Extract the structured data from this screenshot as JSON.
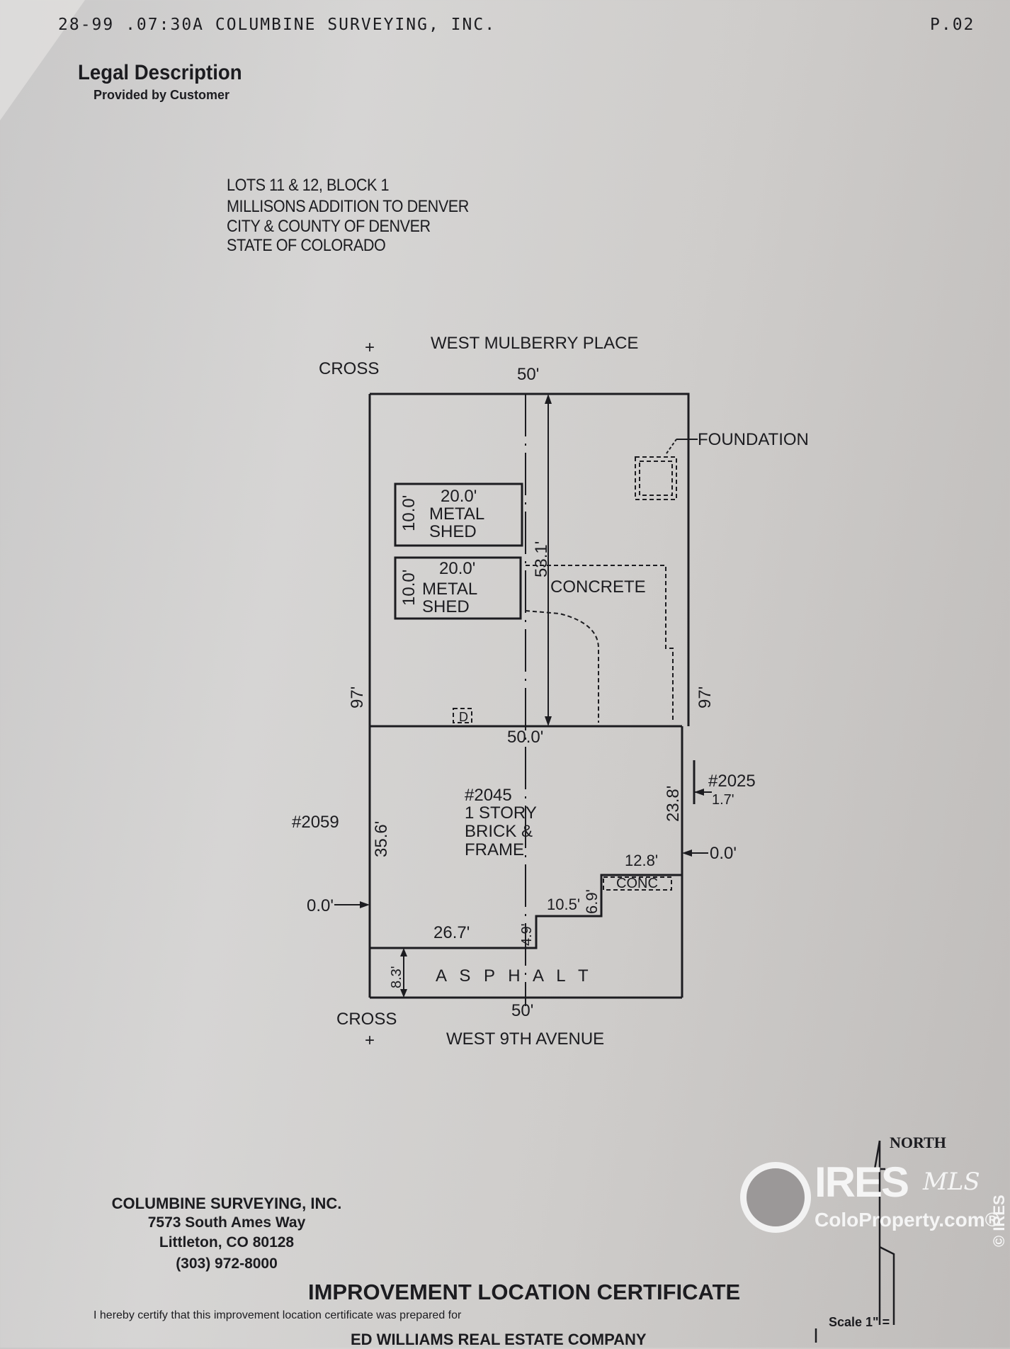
{
  "header": {
    "fax_line": "28-99 .07:30A COLUMBINE SURVEYING, INC.",
    "page": "P.02"
  },
  "legal": {
    "title": "Legal Description",
    "subtitle": "Provided by Customer",
    "lines": [
      "LOTS 11 & 12, BLOCK 1",
      "MILLISONS ADDITION TO DENVER",
      "CITY & COUNTY OF DENVER",
      "STATE OF COLORADO"
    ]
  },
  "plat": {
    "north_street": "WEST MULBERRY PLACE",
    "south_street": "WEST 9TH AVENUE",
    "cross_top": "CROSS",
    "cross_bottom": "CROSS",
    "plus": "+",
    "top_width": "50'",
    "bottom_width": "50'",
    "left_depth": "97'",
    "right_depth": "97'",
    "center_dim": "53.1'",
    "mid_width": "50.0'",
    "foundation": "FOUNDATION",
    "concrete": "CONCRETE",
    "d_mark": "D",
    "sheds": [
      {
        "width": "20.0'",
        "depth": "10.0'",
        "line1": "METAL",
        "line2": "SHED"
      },
      {
        "width": "20.0'",
        "depth": "10.0'",
        "line1": "METAL",
        "line2": "SHED"
      }
    ],
    "house": {
      "number": "#2045",
      "line1": "1 STORY",
      "line2": "BRICK &",
      "line3": "FRAME"
    },
    "neighbor_west": "#2059",
    "neighbor_east": "#2025",
    "dims": {
      "left_side": "35.6'",
      "right_side": "23.8'",
      "left_offset": "0.0'",
      "right_offset": "0.0'",
      "east_offset": "1.7'",
      "step_top": "12.8'",
      "step_mid": "10.5'",
      "step_rise": "6.9'",
      "step_low": "4.9'",
      "front": "26.7'",
      "asphalt_depth": "8.3'"
    },
    "conc": "CONC",
    "asphalt": "A S P H A L T"
  },
  "footer": {
    "firm": "COLUMBINE SURVEYING, INC.",
    "address": "7573 South Ames Way",
    "city": "Littleton, CO  80128",
    "phone": "(303) 972-8000",
    "title": "IMPROVEMENT LOCATION CERTIFICATE",
    "cert": "I hereby certify that this improvement location certificate was prepared for",
    "company": "ED WILLIAMS REAL ESTATE COMPANY",
    "north": "NORTH",
    "scale": "Scale 1\" ="
  },
  "watermark": {
    "brand": "IRES",
    "mls": "MLS",
    "site": "ColoProperty.com®",
    "side": "© IRES"
  }
}
